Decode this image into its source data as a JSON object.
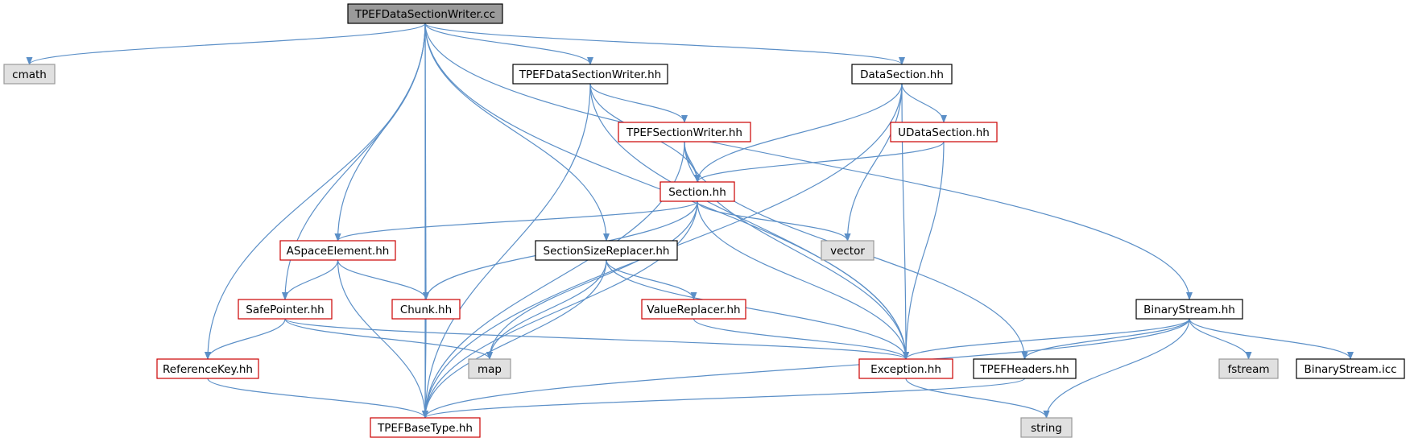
{
  "colors": {
    "edge": "#5b8fc7",
    "arrowhead": "#5b8fc7",
    "root_fill": "#9a9a9a",
    "system_fill": "#e0e0e0",
    "system_border": "#999999",
    "project_border": "#000000",
    "truncated_border": "#cc0000"
  },
  "graph": {
    "nodes": [
      {
        "id": "root",
        "label": "TPEFDataSectionWriter.cc",
        "style": "root"
      },
      {
        "id": "cmath",
        "label": "cmath",
        "style": "system"
      },
      {
        "id": "tdsw_hh",
        "label": "TPEFDataSectionWriter.hh",
        "style": "normal"
      },
      {
        "id": "datasection",
        "label": "DataSection.hh",
        "style": "normal"
      },
      {
        "id": "tsw",
        "label": "TPEFSectionWriter.hh",
        "style": "truncated"
      },
      {
        "id": "udata",
        "label": "UDataSection.hh",
        "style": "truncated"
      },
      {
        "id": "section",
        "label": "Section.hh",
        "style": "truncated"
      },
      {
        "id": "aspace",
        "label": "ASpaceElement.hh",
        "style": "truncated"
      },
      {
        "id": "ssr",
        "label": "SectionSizeReplacer.hh",
        "style": "normal"
      },
      {
        "id": "vector",
        "label": "vector",
        "style": "system"
      },
      {
        "id": "safeptr",
        "label": "SafePointer.hh",
        "style": "truncated"
      },
      {
        "id": "chunk",
        "label": "Chunk.hh",
        "style": "truncated"
      },
      {
        "id": "valrep",
        "label": "ValueReplacer.hh",
        "style": "truncated"
      },
      {
        "id": "binstream",
        "label": "BinaryStream.hh",
        "style": "normal"
      },
      {
        "id": "refkey",
        "label": "ReferenceKey.hh",
        "style": "truncated"
      },
      {
        "id": "map",
        "label": "map",
        "style": "system"
      },
      {
        "id": "exception",
        "label": "Exception.hh",
        "style": "truncated"
      },
      {
        "id": "tpefheaders",
        "label": "TPEFHeaders.hh",
        "style": "normal"
      },
      {
        "id": "fstream",
        "label": "fstream",
        "style": "system"
      },
      {
        "id": "binstream_icc",
        "label": "BinaryStream.icc",
        "style": "normal"
      },
      {
        "id": "basetype",
        "label": "TPEFBaseType.hh",
        "style": "truncated"
      },
      {
        "id": "string",
        "label": "string",
        "style": "system"
      }
    ]
  }
}
